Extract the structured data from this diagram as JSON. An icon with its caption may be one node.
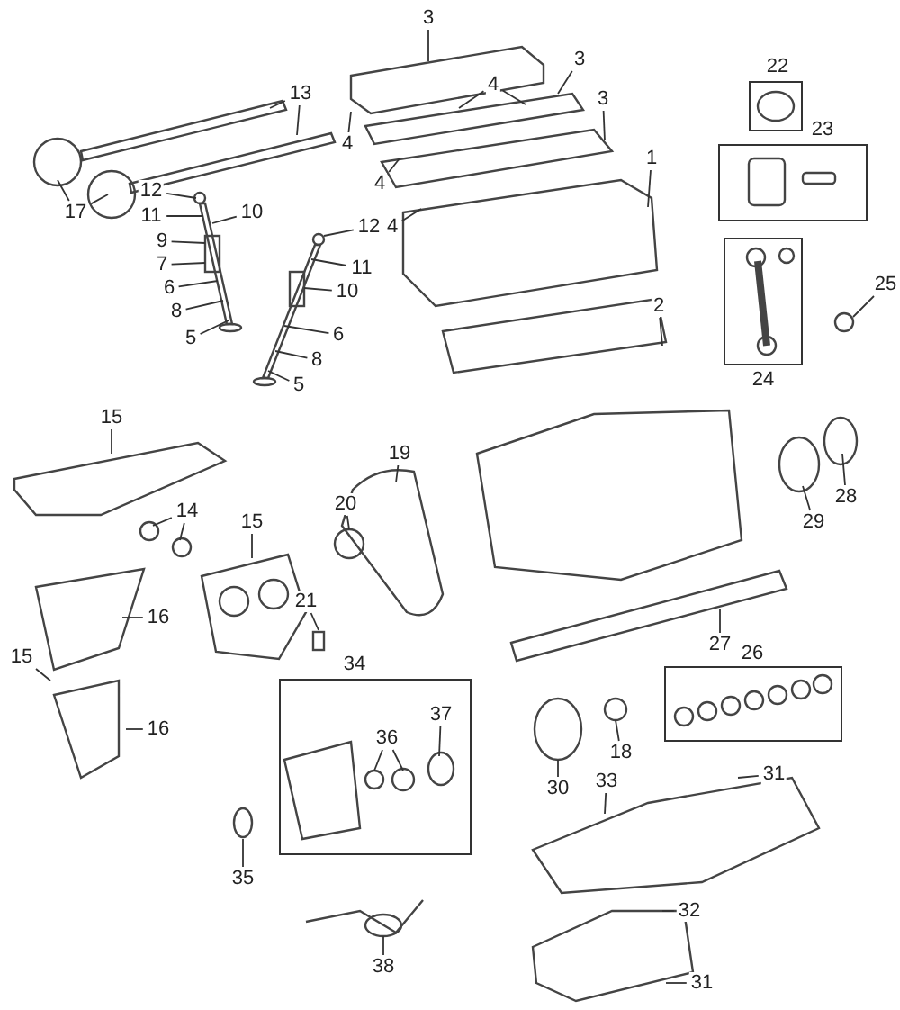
{
  "diagram": {
    "nodes": [
      {
        "text": [
          "3"
        ]
      },
      {
        "text": [
          "3"
        ]
      },
      {
        "text": [
          "22"
        ]
      },
      {
        "text": [
          "13"
        ]
      },
      {
        "text": [
          "4"
        ]
      },
      {
        "text": [
          "3"
        ]
      },
      {
        "text": [
          "23"
        ]
      },
      {
        "text": [
          "4"
        ]
      },
      {
        "text": [
          "1"
        ]
      },
      {
        "text": [
          "4"
        ]
      },
      {
        "text": [
          "17"
        ]
      },
      {
        "text": [
          "12"
        ]
      },
      {
        "text": [
          "10"
        ]
      },
      {
        "text": [
          "11"
        ]
      },
      {
        "text": [
          "4"
        ]
      },
      {
        "text": [
          "24"
        ]
      },
      {
        "text": [
          "9"
        ]
      },
      {
        "text": [
          "12"
        ]
      },
      {
        "text": [
          "7"
        ]
      },
      {
        "text": [
          "11"
        ]
      },
      {
        "text": [
          "6"
        ]
      },
      {
        "text": [
          "25"
        ]
      },
      {
        "text": [
          "10"
        ]
      },
      {
        "text": [
          "2"
        ]
      },
      {
        "text": [
          "8"
        ]
      },
      {
        "text": [
          "5"
        ]
      },
      {
        "text": [
          "6"
        ]
      },
      {
        "text": [
          "8"
        ]
      },
      {
        "text": [
          "5"
        ]
      },
      {
        "text": [
          "15"
        ]
      },
      {
        "text": [
          "19"
        ]
      },
      {
        "text": [
          "28"
        ]
      },
      {
        "text": [
          "14"
        ]
      },
      {
        "text": [
          "15"
        ]
      },
      {
        "text": [
          "20"
        ]
      },
      {
        "text": [
          "29"
        ]
      },
      {
        "text": [
          "21"
        ]
      },
      {
        "text": [
          "16"
        ]
      },
      {
        "text": [
          "27"
        ]
      },
      {
        "text": [
          "26"
        ]
      },
      {
        "text": [
          "15"
        ]
      },
      {
        "text": [
          "34"
        ]
      },
      {
        "text": [
          "37"
        ],
        "in": 41
      },
      {
        "text": [
          "16"
        ]
      },
      {
        "text": [
          "36"
        ],
        "in": 41
      },
      {
        "text": [
          "18"
        ]
      },
      {
        "text": [
          "31"
        ]
      },
      {
        "text": [
          "33"
        ]
      },
      {
        "text": [
          "30"
        ]
      },
      {
        "text": [
          "35"
        ]
      },
      {
        "text": [
          "32"
        ]
      },
      {
        "text": [
          "38"
        ]
      },
      {
        "text": [
          "31"
        ]
      }
    ],
    "edges": [
      {
        "from": 0,
        "to": null,
        "arrow": "none"
      },
      {
        "from": 1,
        "to": null,
        "arrow": "none"
      },
      {
        "from": 3,
        "to": null,
        "arrow": "none"
      },
      {
        "from": 3,
        "to": null,
        "arrow": "none"
      },
      {
        "from": 4,
        "to": null,
        "arrow": "none"
      },
      {
        "from": 4,
        "to": null,
        "arrow": "none"
      },
      {
        "from": 5,
        "to": null,
        "arrow": "none"
      },
      {
        "from": 7,
        "to": null,
        "arrow": "none"
      },
      {
        "from": 8,
        "to": null,
        "arrow": "none"
      },
      {
        "from": 9,
        "to": null,
        "arrow": "none"
      },
      {
        "from": 10,
        "to": null,
        "arrow": "none"
      },
      {
        "from": 10,
        "to": null,
        "arrow": "none"
      },
      {
        "from": 11,
        "to": null,
        "arrow": "none"
      },
      {
        "from": 12,
        "to": null,
        "arrow": "none"
      },
      {
        "from": 13,
        "to": null,
        "arrow": "none"
      },
      {
        "from": 14,
        "to": null,
        "arrow": "none"
      },
      {
        "from": 16,
        "to": null,
        "arrow": "none"
      },
      {
        "from": 17,
        "to": null,
        "arrow": "none"
      },
      {
        "from": 18,
        "to": null,
        "arrow": "none"
      },
      {
        "from": 19,
        "to": null,
        "arrow": "none"
      },
      {
        "from": 20,
        "to": null,
        "arrow": "none"
      },
      {
        "from": 21,
        "to": null,
        "arrow": "none"
      },
      {
        "from": 22,
        "to": null,
        "arrow": "none"
      },
      {
        "from": 23,
        "to": null,
        "arrow": "none"
      },
      {
        "from": 24,
        "to": null,
        "arrow": "none"
      },
      {
        "from": 25,
        "to": null,
        "arrow": "none"
      },
      {
        "from": 26,
        "to": null,
        "arrow": "none"
      },
      {
        "from": 27,
        "to": null,
        "arrow": "none"
      },
      {
        "from": 28,
        "to": null,
        "arrow": "none"
      },
      {
        "from": 29,
        "to": null,
        "arrow": "none"
      },
      {
        "from": 30,
        "to": null,
        "arrow": "none"
      },
      {
        "from": 31,
        "to": null,
        "arrow": "none"
      },
      {
        "from": 32,
        "to": null,
        "arrow": "none"
      },
      {
        "from": 32,
        "to": null,
        "arrow": "none"
      },
      {
        "from": 33,
        "to": null,
        "arrow": "none"
      },
      {
        "from": 34,
        "to": null,
        "arrow": "none"
      },
      {
        "from": 35,
        "to": null,
        "arrow": "none"
      },
      {
        "from": 36,
        "to": null,
        "arrow": "none"
      },
      {
        "from": 37,
        "to": null,
        "arrow": "none"
      },
      {
        "from": 38,
        "to": null,
        "arrow": "none"
      },
      {
        "from": 40,
        "to": null,
        "arrow": "none"
      },
      {
        "from": 42,
        "to": null,
        "arrow": "none"
      },
      {
        "from": 43,
        "to": null,
        "arrow": "none"
      },
      {
        "from": 44,
        "to": null,
        "arrow": "none"
      },
      {
        "from": 44,
        "to": null,
        "arrow": "none"
      },
      {
        "from": 45,
        "to": null,
        "arrow": "none"
      },
      {
        "from": 46,
        "to": null,
        "arrow": "none"
      },
      {
        "from": 47,
        "to": null,
        "arrow": "none"
      },
      {
        "from": 48,
        "to": null,
        "arrow": "none"
      },
      {
        "from": 49,
        "to": null,
        "arrow": "none"
      },
      {
        "from": 50,
        "to": null,
        "arrow": "none"
      },
      {
        "from": 51,
        "to": null,
        "arrow": "none"
      },
      {
        "from": 52,
        "to": null,
        "arrow": "none"
      }
    ]
  }
}
